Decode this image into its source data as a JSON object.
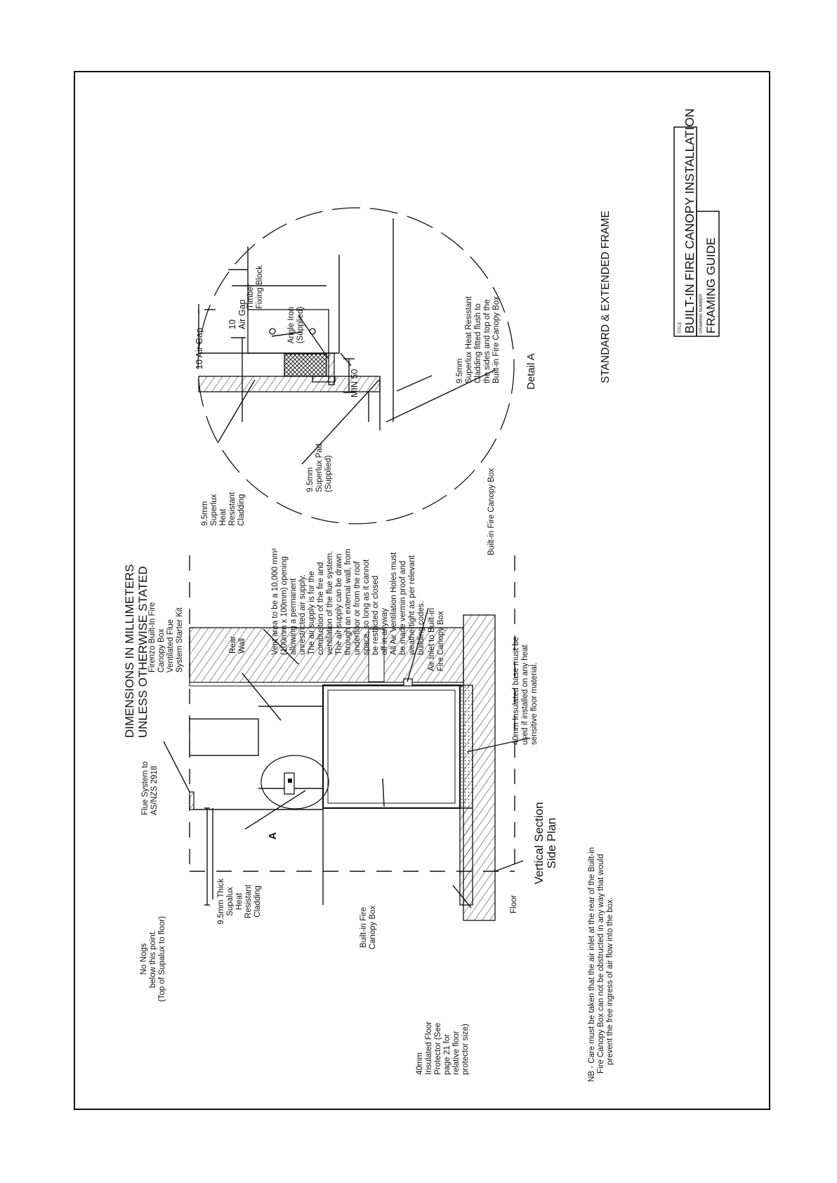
{
  "title_block": {
    "title_label": "TITLE",
    "title": "BUILT-IN FIRE CANOPY INSTALLATION",
    "drawing_number_label": "DRAWING NUMBER",
    "drawing_number": "FRAMING GUIDE"
  },
  "header_note": "STANDARD & EXTENDED FRAME",
  "dimensions_note": [
    "DIMENSIONS IN MILLIMETERS",
    "UNLESS OTHERWISE STATED"
  ],
  "section": {
    "title": [
      "Vertical Section",
      "Side Plan"
    ],
    "labels": {
      "flue_system": [
        "Flue System to",
        "AS/NZS 2918"
      ],
      "firenzo_box": [
        "Firenzo Built-In Fire",
        "Canopy Box",
        "Ventilated Flue",
        "System Starter Kit"
      ],
      "rear_wall": [
        "Rear",
        "Wall"
      ],
      "no_nogs": [
        "No Nogs",
        "below this point.",
        "(Top of Supalux to floor)"
      ],
      "supalux_cladding": [
        "9.5mm Thick",
        "Supalux",
        "Heat",
        "Resistant",
        "Cladding"
      ],
      "detail_marker": "A",
      "canopy_box": [
        "Built-in Fire",
        "Canopy Box"
      ],
      "floor": "Floor",
      "floor_protector": [
        "40mm",
        "Insulated Floor",
        "Protector (See",
        "page 21 for",
        "relative floor",
        "protector size)"
      ],
      "air_inlet": [
        "Air Inlet to Built-in",
        "Fire Canopy Box"
      ],
      "insulated_base": [
        "40mm Insulated base must be",
        "used if installed on any heat",
        "sensitive floor material."
      ],
      "vent_area": [
        "Vent area to be a 10,000 mm²",
        "(100mm x 100mm) opening",
        "allowing a permanent",
        "unrestricted air supply.",
        "The air supply is for the",
        "combustion of the fire and",
        "ventilation of the flue system.",
        "The air supply can be drawn",
        "through an external wall, from",
        "underfloor or from the roof",
        "space, so long as it cannot",
        "be restricted or closed",
        "off in anyway",
        "All Air Ventilation Holes must",
        "be made vermin proof and",
        "weathertight as per relevant",
        "building codes."
      ]
    }
  },
  "detail": {
    "title": "Detail A",
    "labels": {
      "superlux_cladding": [
        "9.5mm",
        "Superlux",
        "Heat",
        "Resistant",
        "Cladding"
      ],
      "air_gap_top": "10 Air Gap",
      "timber_block": [
        "Timber",
        "Fixing Block"
      ],
      "angle_iron": [
        "Angle Iron",
        "(Supplied)"
      ],
      "air_gap_side": [
        "10",
        "Air Gap"
      ],
      "superlux_pad": [
        "9.5mm",
        "Superlux Pad",
        "(Supplied)"
      ],
      "min_50": "MIN 50",
      "superlux_flush": [
        "9.5mm",
        "Superlux Heat Resistant",
        "Cladding fitted flush to",
        "the sides and top of the",
        "Built-in Fire Canopy Box"
      ],
      "canopy_box": "Built-in Fire Canopy Box"
    }
  },
  "nb_note": [
    "NB - Care must be taken that the air inlet at the rear of the Built-in",
    "Fire Canopy Box can not be obstructed in any way that would",
    "prevent the free ingress of air flow into the box."
  ]
}
